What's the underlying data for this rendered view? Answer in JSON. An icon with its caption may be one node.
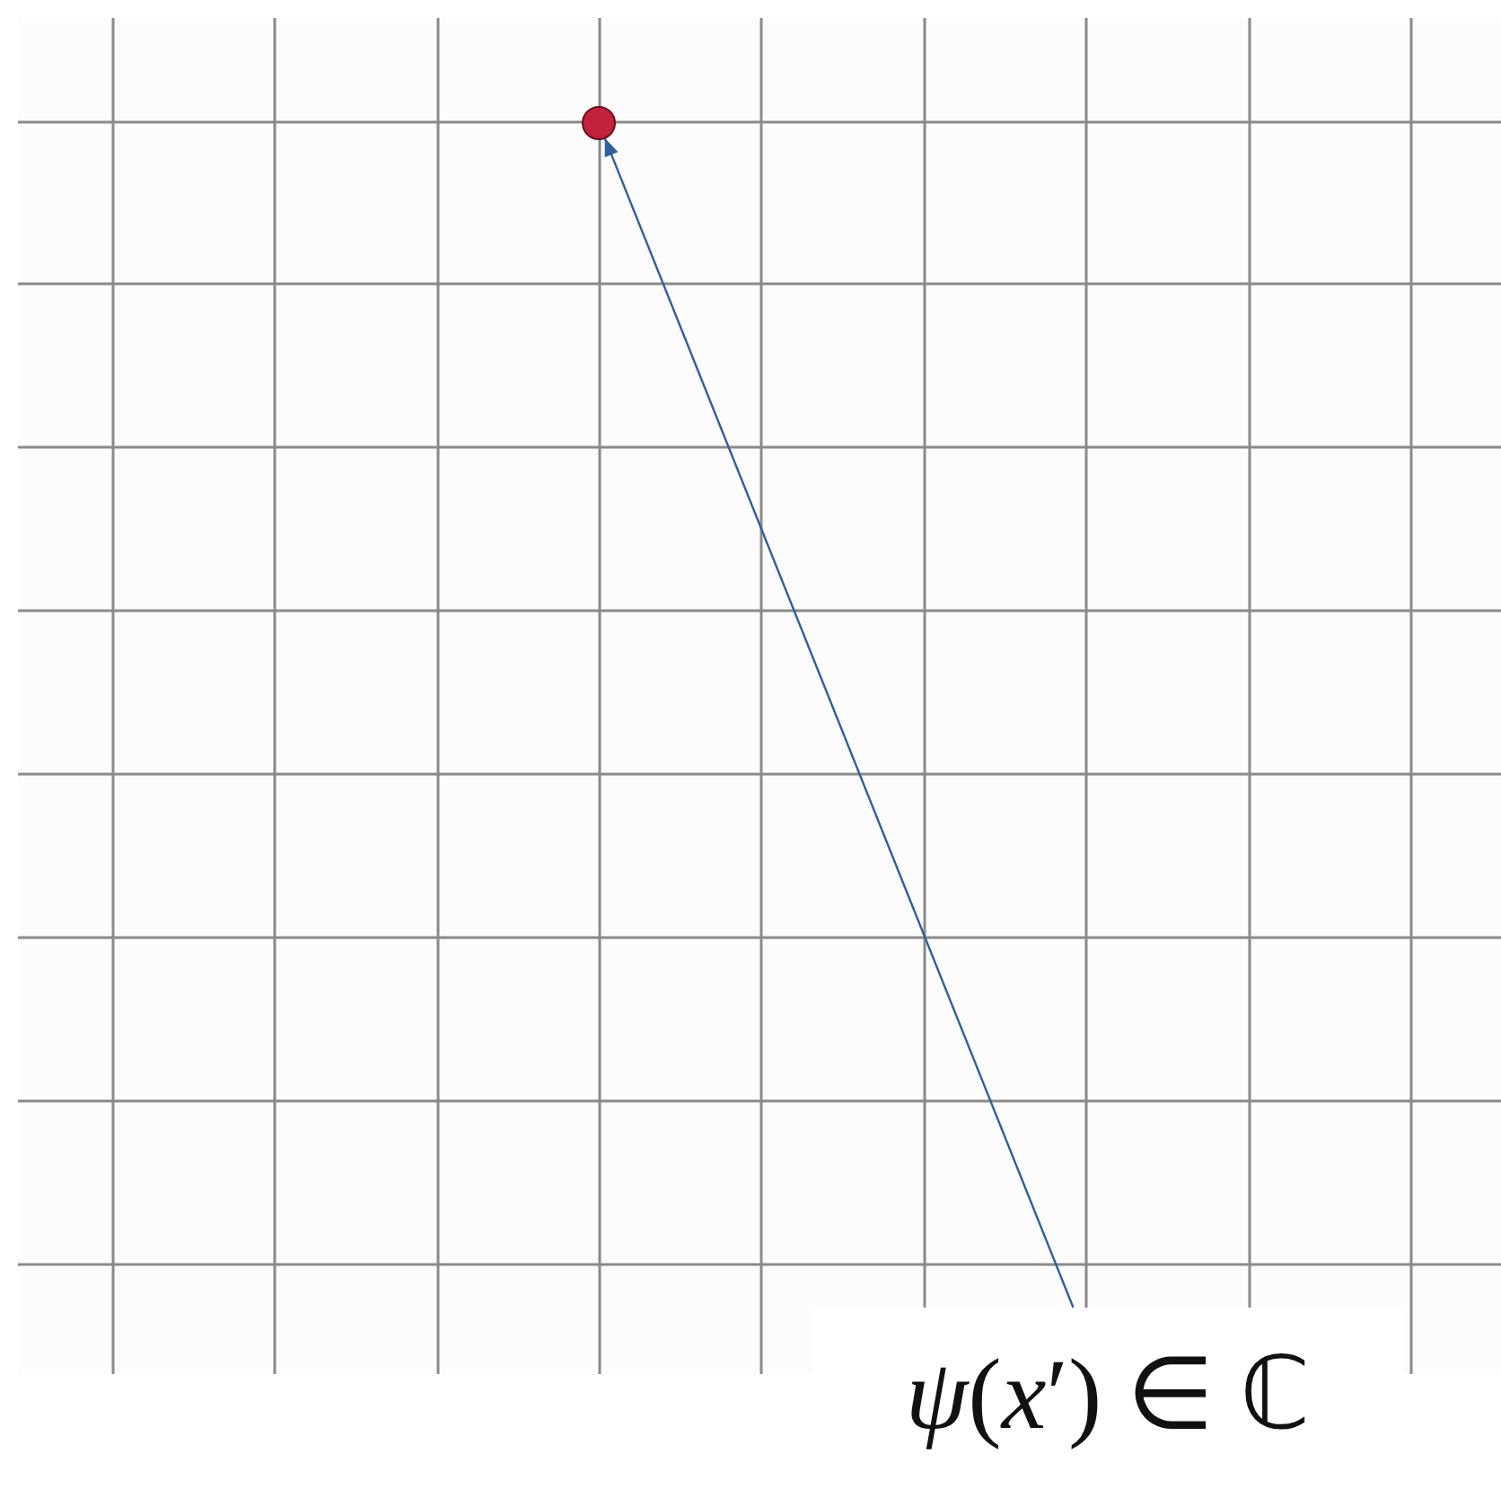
{
  "diagram": {
    "nodes": [
      {
        "text": [],
        "shape": "circle"
      },
      {
        "text": [
          "*ψ*(*x*′) ∈ ℂ"
        ]
      }
    ],
    "edges": [
      {
        "from": 1,
        "to": 0,
        "arrow": "to"
      }
    ]
  }
}
